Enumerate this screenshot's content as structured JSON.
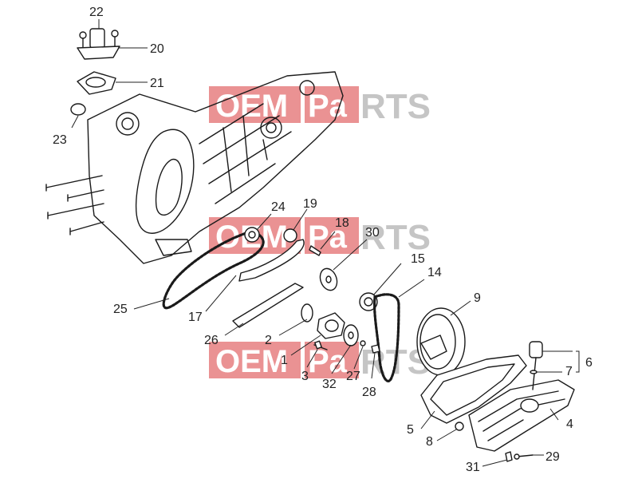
{
  "diagram": {
    "watermark": {
      "left": "OEM",
      "mid": "Pa",
      "right": "RTS"
    },
    "callouts": {
      "c1": "1",
      "c2": "2",
      "c3": "3",
      "c4": "4",
      "c5": "5",
      "c6": "6",
      "c7": "7",
      "c8": "8",
      "c9": "9",
      "c14": "14",
      "c15": "15",
      "c17": "17",
      "c18": "18",
      "c19": "19",
      "c20": "20",
      "c21": "21",
      "c22": "22",
      "c23": "23",
      "c24": "24",
      "c25": "25",
      "c26": "26",
      "c27": "27",
      "c28": "28",
      "c29": "29",
      "c30": "30",
      "c31": "31",
      "c32": "32"
    }
  }
}
